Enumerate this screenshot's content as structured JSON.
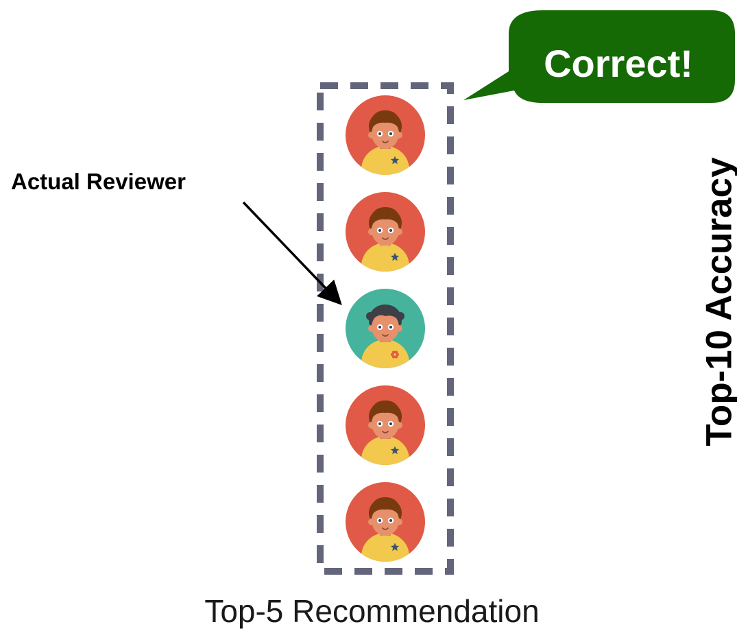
{
  "annotation": {
    "label": "Actual Reviewer"
  },
  "bubble": {
    "text": "Correct!",
    "color": "#166a06"
  },
  "side_label": "Top-10 Accuracy",
  "caption": "Top-5 Recommendation",
  "recommendation_box": {
    "border_color": "#63667a"
  },
  "reviewers": [
    {
      "icon": "reviewer-avatar-icon",
      "bg": "#e05a47",
      "shirt_badge": "star",
      "is_actual": false
    },
    {
      "icon": "reviewer-avatar-icon",
      "bg": "#e05a47",
      "shirt_badge": "star",
      "is_actual": false
    },
    {
      "icon": "actual-reviewer-avatar-icon",
      "bg": "#46b39c",
      "shirt_badge": "flower",
      "is_actual": true
    },
    {
      "icon": "reviewer-avatar-icon",
      "bg": "#e05a47",
      "shirt_badge": "star",
      "is_actual": false
    },
    {
      "icon": "reviewer-avatar-icon",
      "bg": "#e05a47",
      "shirt_badge": "star",
      "is_actual": false
    }
  ]
}
